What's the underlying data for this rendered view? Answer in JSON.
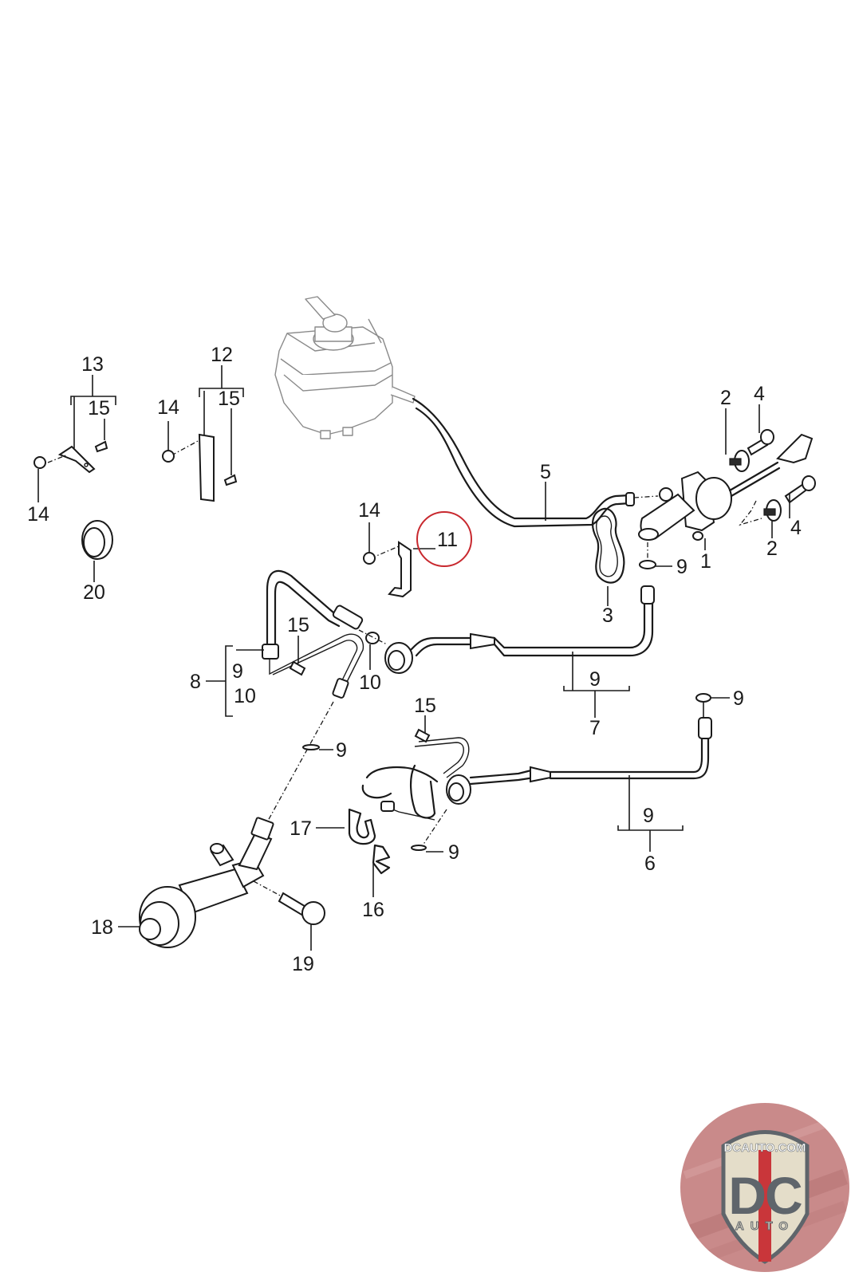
{
  "diagram": {
    "title": "Clutch hydraulic system exploded parts diagram",
    "highlighted_part": "11",
    "highlight_color": "#c8282e",
    "labels": {
      "p1": "1",
      "p2a": "2",
      "p2b": "2",
      "p3": "3",
      "p4a": "4",
      "p4b": "4",
      "p5": "5",
      "p6": "6",
      "p7": "7",
      "p8": "8",
      "p9_cyl": "9",
      "p9_line7": "9",
      "p9_group8": "9",
      "p9_line6": "9",
      "p9_washer_right": "9",
      "p9_oring_left": "9",
      "p9_oring_mid": "9",
      "p10_group8": "10",
      "p10_washer": "10",
      "p11": "11",
      "p12": "12",
      "p13": "13",
      "p14_left": "14",
      "p14_mid": "14",
      "p14_bracket11": "14",
      "p15_group13": "15",
      "p15_group12": "15",
      "p15_hose8": "15",
      "p15_hose6": "15",
      "p16": "16",
      "p17": "17",
      "p18": "18",
      "p19": "19",
      "p20": "20"
    }
  },
  "watermark": {
    "site": "DCAUTO.COM",
    "logo_letters": "DC",
    "logo_sub": "AUTO",
    "colors": {
      "badge_bg": "#c98a8a",
      "shield": "#e4ddc9",
      "letters": "#5f656b",
      "stripe": "#c9363a"
    }
  }
}
